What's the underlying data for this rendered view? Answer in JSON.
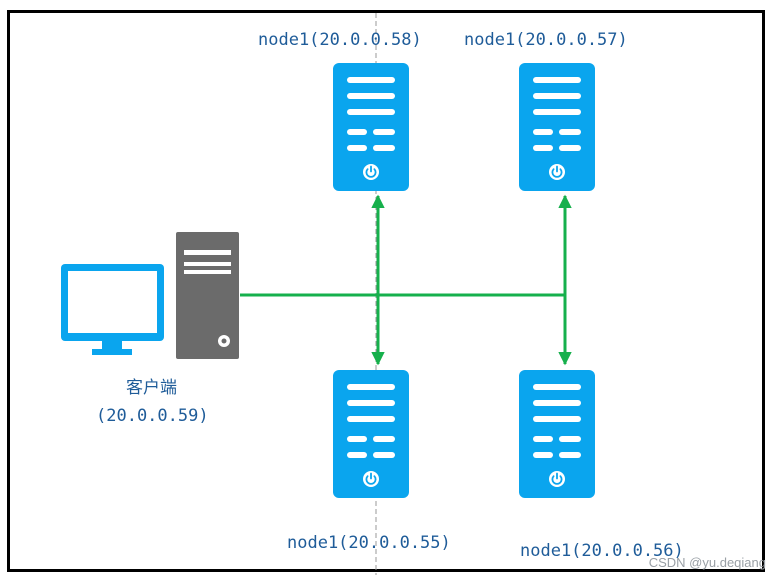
{
  "nodes": {
    "top_left_label": "node1(20.0.0.58)",
    "top_right_label": "node1(20.0.0.57)",
    "bottom_left_label": "node1(20.0.0.55)",
    "bottom_right_label": "node1(20.0.0.56)"
  },
  "client": {
    "name": "客户端",
    "ip": "(20.0.0.59)"
  },
  "watermark": "CSDN @yu.deqiang",
  "colors": {
    "server_blue": "#0aa5ee",
    "link_green": "#16b04c",
    "label_text": "#1f5c99",
    "tower_gray": "#6b6b6b",
    "frame": "#000000"
  },
  "icons": {
    "server": "rack-server-icon",
    "power": "power-icon",
    "monitor": "monitor-icon",
    "tower": "pc-tower-icon"
  }
}
